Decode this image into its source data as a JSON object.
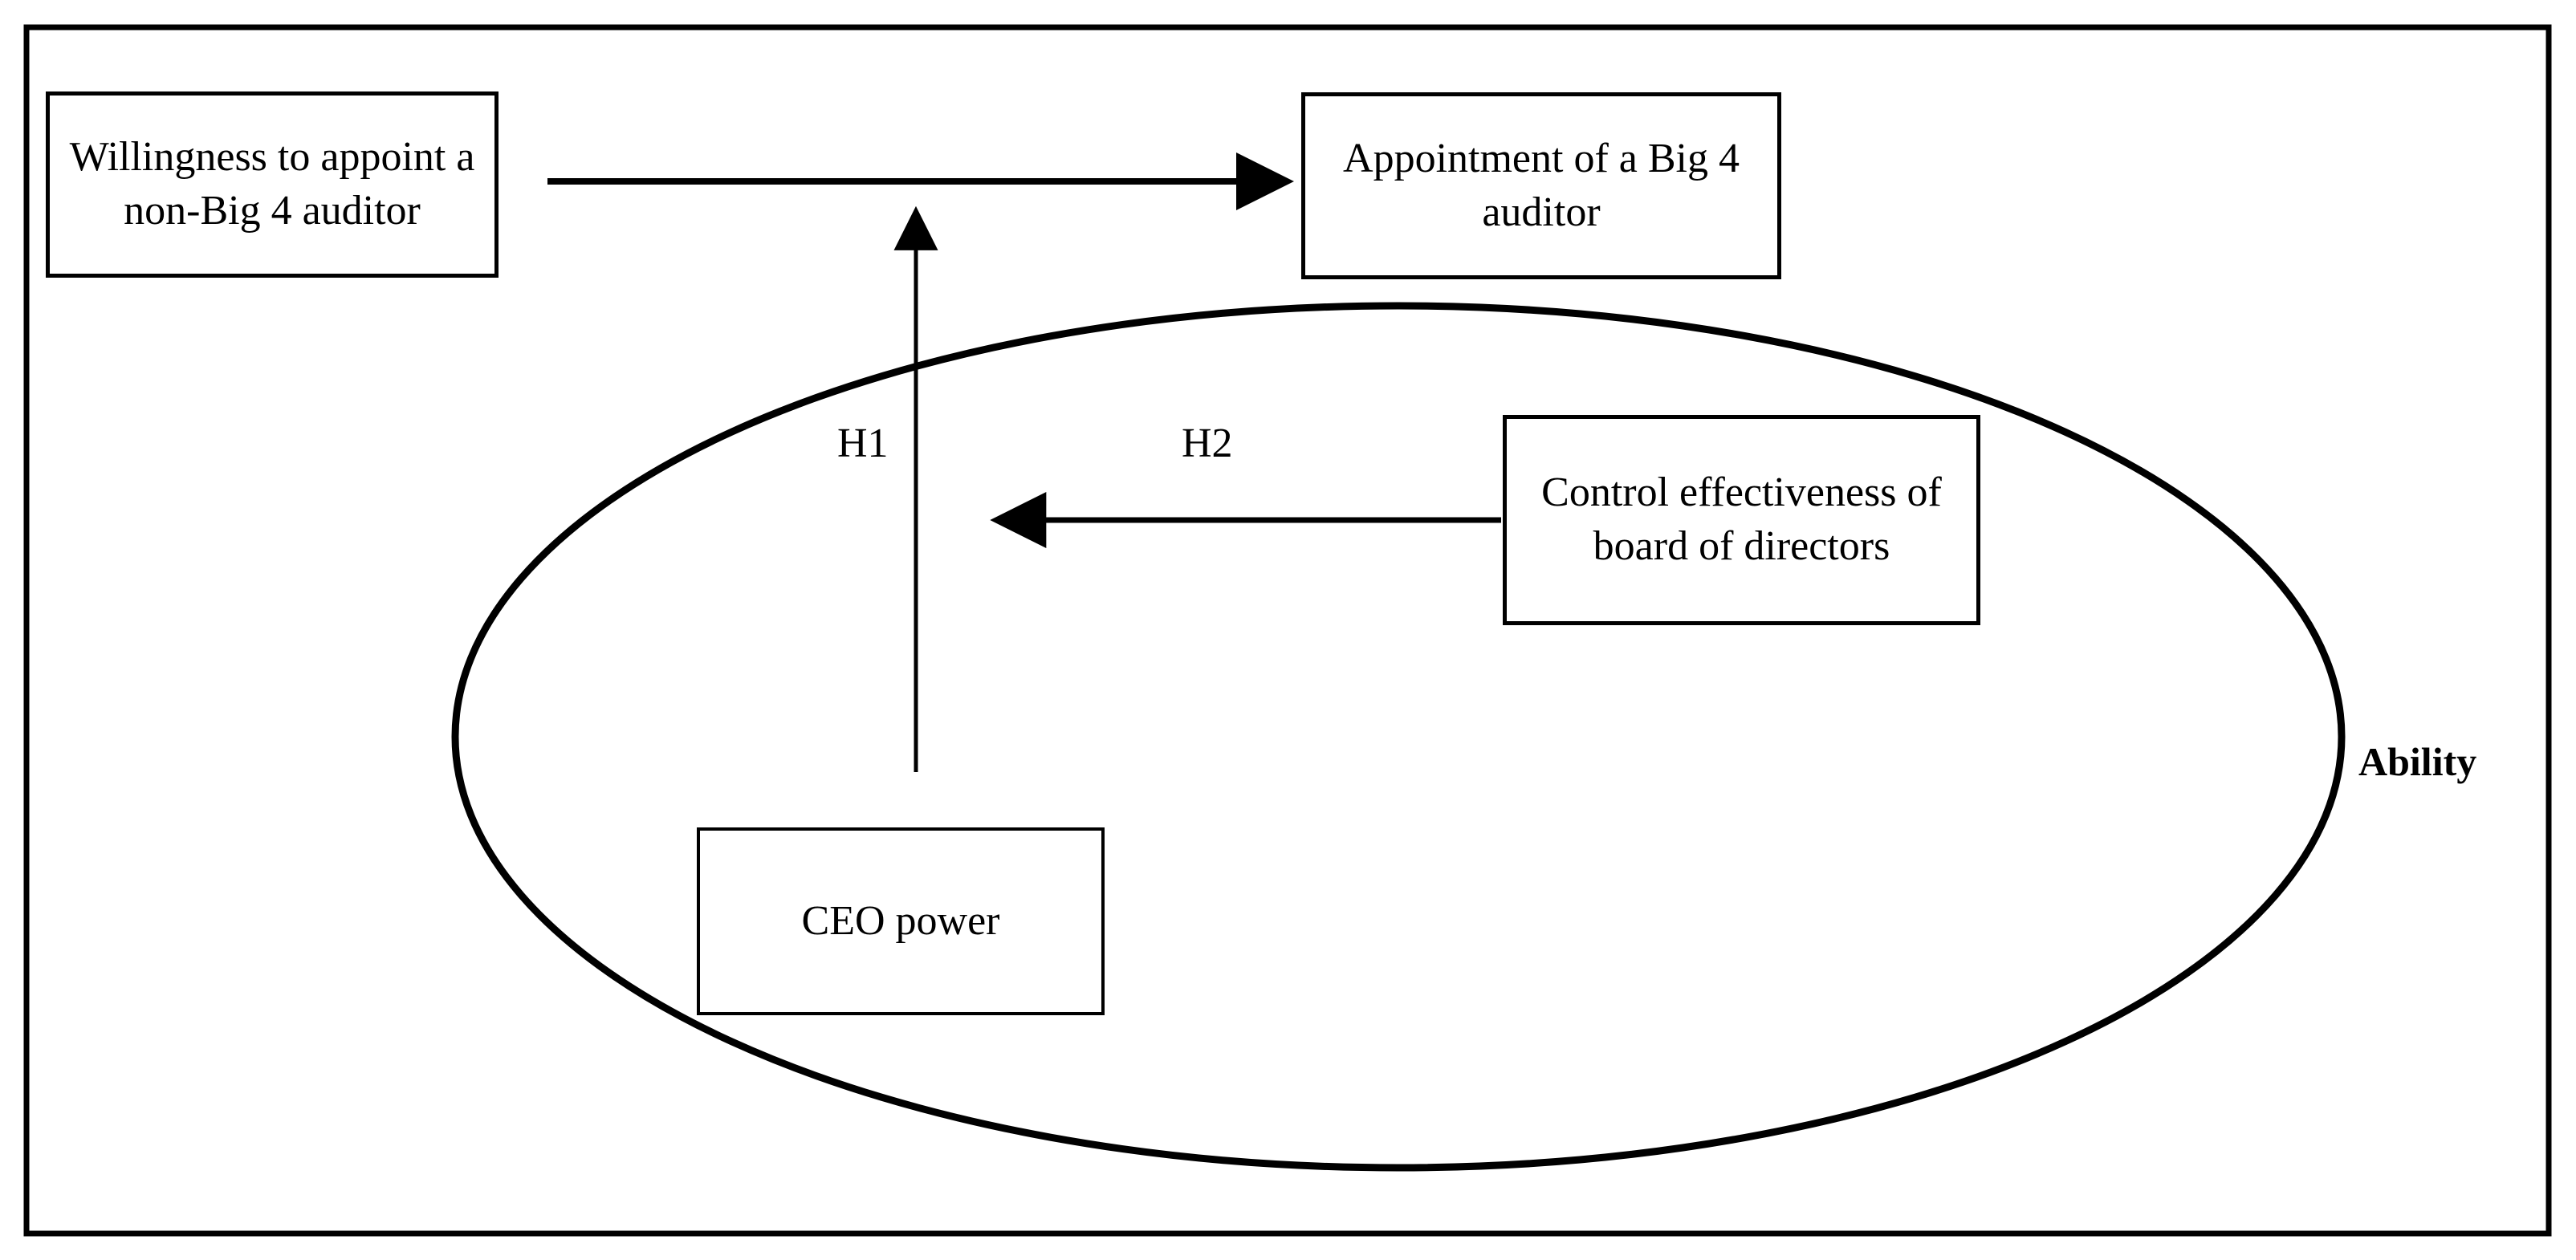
{
  "figure": {
    "type": "conceptual-research-model-diagram",
    "frame": {
      "border_color": "#000000"
    },
    "boundary_shape": {
      "kind": "ellipse",
      "label": "Ability",
      "label_style": "bold"
    },
    "nodes": [
      {
        "id": "willingness",
        "label": "Willingness to appoint a\nnon-Big 4 auditor",
        "shape": "rectangle"
      },
      {
        "id": "appointment",
        "label": "Appointment of a Big 4\nauditor",
        "shape": "rectangle"
      },
      {
        "id": "control-effectiveness",
        "label": "Control effectiveness of\nboard of directors",
        "shape": "rectangle"
      },
      {
        "id": "ceo-power",
        "label": "CEO power",
        "shape": "rectangle"
      }
    ],
    "edges": [
      {
        "id": "willingness-to-appointment",
        "from": "willingness",
        "to": "appointment",
        "direction": "right",
        "label": ""
      },
      {
        "id": "h1",
        "from": "ceo-power",
        "to": "willingness-to-appointment",
        "direction": "up",
        "label": "H1"
      },
      {
        "id": "h2",
        "from": "control-effectiveness",
        "to": "h1",
        "direction": "left",
        "label": "H2"
      }
    ]
  }
}
